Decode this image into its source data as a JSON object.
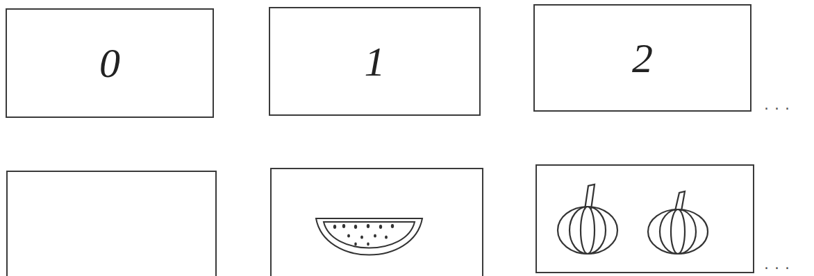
{
  "diagram": {
    "nodes": [
      {
        "text": [
          "0"
        ]
      },
      {
        "text": [
          "1"
        ]
      },
      {
        "text": [
          "2"
        ]
      }
    ],
    "labels": [
      "...",
      "..."
    ]
  }
}
